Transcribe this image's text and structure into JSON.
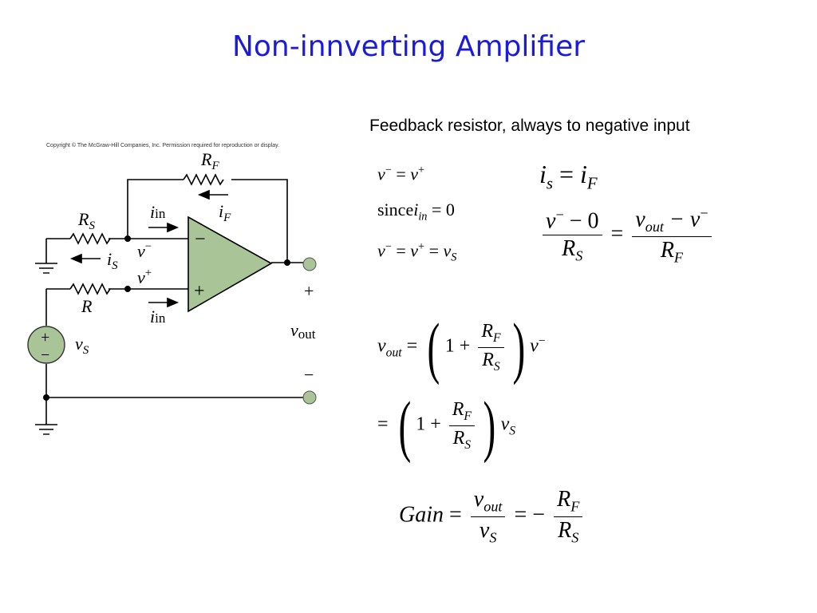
{
  "slide": {
    "title": "Non-innverting Amplifier",
    "note": "Feedback resistor, always to negative input",
    "copyright": "Copyright © The McGraw-Hill Companies, Inc. Permission required for reproduction or display."
  },
  "circuit": {
    "labels": {
      "R_F": "R",
      "R_F_sub": "F",
      "i_F": "i",
      "i_F_sub": "F",
      "i_in_top": "i",
      "i_in_top_sub": "in",
      "R_S": "R",
      "R_S_sub": "S",
      "i_S": "i",
      "i_S_sub": "S",
      "v_minus": "v",
      "v_minus_sup": "−",
      "v_plus": "v",
      "v_plus_sup": "+",
      "R": "R",
      "i_in_bottom": "i",
      "i_in_bottom_sub": "in",
      "v_S": "v",
      "v_S_sub": "S",
      "opamp_minus": "−",
      "opamp_plus": "+",
      "source_plus": "+",
      "source_minus": "−",
      "out_plus": "+",
      "out_minus": "−",
      "v_out": "v",
      "v_out_sub": "out"
    },
    "colors": {
      "opamp_fill": "#a9c497",
      "terminal_fill": "#a9c497",
      "wire": "#000000"
    }
  },
  "equations": {
    "eq1": {
      "lhs": "v",
      "lhs_sup": "−",
      "op": "=",
      "rhs": "v",
      "rhs_sup": "+"
    },
    "eq2": {
      "text": "since",
      "var": "i",
      "var_sub": "in",
      "op": "=",
      "val": "0"
    },
    "eq3": {
      "a": "v",
      "a_sup": "−",
      "op1": "=",
      "b": "v",
      "b_sup": "+",
      "op2": "=",
      "c": "v",
      "c_sub": "S"
    },
    "eq4": {
      "a": "i",
      "a_sub": "s",
      "op": "=",
      "b": "i",
      "b_sub": "F"
    },
    "eq5": {
      "num1": "v",
      "num1_sup": "−",
      "num1_rest": "− 0",
      "den1": "R",
      "den1_sub": "S",
      "op": "=",
      "num2": "v",
      "num2_sub": "out",
      "num2_rest": "− v",
      "num2_sup": "−",
      "den2": "R",
      "den2_sub": "F"
    },
    "eq6": {
      "lhs": "v",
      "lhs_sub": "out",
      "op": "=",
      "lparen": "(",
      "one": "1",
      "plus": "+",
      "num": "R",
      "num_sub": "F",
      "den": "R",
      "den_sub": "S",
      "rparen": ")",
      "tail": "v",
      "tail_sup": "−"
    },
    "eq7": {
      "op": "=",
      "lparen": "(",
      "one": "1",
      "plus": "+",
      "num": "R",
      "num_sub": "F",
      "den": "R",
      "den_sub": "S",
      "rparen": ")",
      "tail": "v",
      "tail_sub": "S"
    },
    "eq8": {
      "gain": "Gain",
      "op1": "=",
      "num1": "v",
      "num1_sub": "out",
      "den1": "v",
      "den1_sub": "S",
      "op2": "= −",
      "num2": "R",
      "num2_sub": "F",
      "den2": "R",
      "den2_sub": "S"
    }
  }
}
